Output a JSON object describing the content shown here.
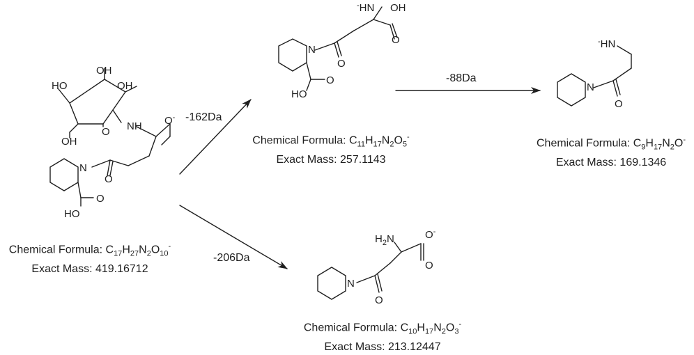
{
  "compounds": [
    {
      "id": "parent",
      "formula_prefix": "Chemical Formula: ",
      "formula": [
        [
          "C",
          ""
        ],
        [
          "17",
          "sub"
        ],
        [
          "H",
          ""
        ],
        [
          "27",
          "sub"
        ],
        [
          "N",
          ""
        ],
        [
          "2",
          "sub"
        ],
        [
          "O",
          ""
        ],
        [
          "10",
          "sub"
        ],
        [
          "-",
          "sup"
        ]
      ],
      "mass": "Exact Mass: 419.16712",
      "atom_labels": [
        "OH",
        "HO",
        "OH",
        "O",
        "OH",
        "NH",
        "O-",
        "N",
        "O",
        "O",
        "HO"
      ]
    },
    {
      "id": "fragment-257",
      "formula_prefix": "Chemical Formula: ",
      "formula": [
        [
          "C",
          ""
        ],
        [
          "11",
          "sub"
        ],
        [
          "H",
          ""
        ],
        [
          "17",
          "sub"
        ],
        [
          "N",
          ""
        ],
        [
          "2",
          "sub"
        ],
        [
          "O",
          ""
        ],
        [
          "5",
          "sub"
        ],
        [
          "-",
          "sup"
        ]
      ],
      "mass": "Exact Mass: 257.1143",
      "atom_labels": [
        "-HN",
        "OH",
        "O",
        "N",
        "O",
        "HO",
        "O"
      ]
    },
    {
      "id": "fragment-169",
      "formula_prefix": "Chemical Formula: ",
      "formula": [
        [
          "C",
          ""
        ],
        [
          "9",
          "sub"
        ],
        [
          "H",
          ""
        ],
        [
          "17",
          "sub"
        ],
        [
          "N",
          ""
        ],
        [
          "2",
          "sub"
        ],
        [
          "O",
          ""
        ],
        [
          "-",
          "sup"
        ]
      ],
      "mass": "Exact Mass: 169.1346",
      "atom_labels": [
        "-HN",
        "N",
        "O"
      ]
    },
    {
      "id": "fragment-213",
      "formula_prefix": "Chemical Formula: ",
      "formula": [
        [
          "C",
          ""
        ],
        [
          "10",
          "sub"
        ],
        [
          "H",
          ""
        ],
        [
          "17",
          "sub"
        ],
        [
          "N",
          ""
        ],
        [
          "2",
          "sub"
        ],
        [
          "O",
          ""
        ],
        [
          "3",
          "sub"
        ],
        [
          "-",
          "sup"
        ]
      ],
      "mass": "Exact Mass: 213.12447",
      "atom_labels": [
        "H2N",
        "O-",
        "N",
        "O",
        "O"
      ]
    }
  ],
  "losses": {
    "to_257": "-162Da",
    "to_169": "-88Da",
    "to_213": "-206Da"
  }
}
